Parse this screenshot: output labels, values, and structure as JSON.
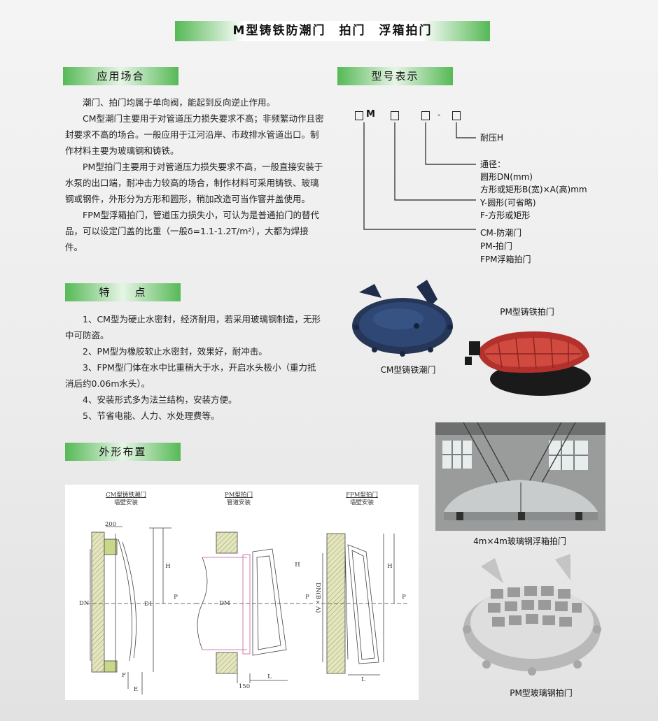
{
  "title": "M型铸铁防潮门　拍门　浮箱拍门",
  "sections": {
    "application": {
      "heading": "应用场合",
      "paragraphs": [
        "潮门、拍门均属于单向阀，能起到反向逆止作用。",
        "CM型潮门主要用于对管道压力损失要求不高；非频繁动作且密封要求不高的场合。一般应用于江河沿岸、市政排水管道出口。制作材料主要为玻璃钢和铸铁。",
        "PM型拍门主要用于对管道压力损失要求不高，一般直接安装于水泵的出口端，耐冲击力较高的场合，制作材料可采用铸铁、玻璃钢或钢件，外形分为方形和圆形，稍加改造可当作窨井盖使用。",
        "FPM型浮箱拍门，管道压力损失小，可认为是普通拍门的替代品，可以设定门盖的比重（一般δ=1.1-1.2T/m²），大都为焊接件。"
      ]
    },
    "features": {
      "heading": "特　　点",
      "items": [
        "1、CM型为硬止水密封，经济耐用，若采用玻璃钢制造，无形中可防盗。",
        "2、PM型为橡胶软止水密封，效果好，耐冲击。",
        "3、FPM型门体在水中比重稍大于水，开启水头极小（重力抵消后约0.06m水头）。",
        "4、安装形式多为法兰结构，安装方便。",
        "5、节省电能、人力、水处理费等。"
      ]
    },
    "layout": {
      "heading": "外形布置"
    },
    "model": {
      "heading": "型号表示",
      "code_letter": "M",
      "dash": "-",
      "labels": {
        "pressure": "耐压H",
        "diameter_title": "通径：",
        "diameter_round": "圆形DN(mm)",
        "diameter_rect": "方形或矩形B(宽)×A(高)mm",
        "shape_y": "Y-圆形(可省略)",
        "shape_f": "F-方形或矩形",
        "type_cm": "CM-防潮门",
        "type_pm": "PM-拍门",
        "type_fpm": "FPM浮箱拍门"
      }
    }
  },
  "photos": {
    "cm_caption": "CM型铸铁潮门",
    "pm_caption": "PM型铸铁拍门",
    "fpm_caption": "4m×4m玻璃钢浮箱拍门",
    "pm_frp_caption": "PM型玻璃钢拍门"
  },
  "diagram": {
    "cm_title": "CM型铸铁潮门",
    "cm_sub": "墙壁安装",
    "pm_title": "PM型拍门",
    "pm_sub": "管道安装",
    "fpm_title": "FPM型拍门",
    "fpm_sub": "墙壁安装",
    "dim_200": "200",
    "dim_150": "150",
    "label_h": "H",
    "label_p": "P",
    "label_dn": "DN",
    "label_d1": "D1",
    "label_dm": "DM",
    "label_f": "F",
    "label_e": "E",
    "label_l": "L",
    "label_dnba": "DN(B×A)"
  },
  "colors": {
    "green": "#55b855",
    "cast_iron_blue": "#2a3f66",
    "pm_red": "#c2332e"
  }
}
